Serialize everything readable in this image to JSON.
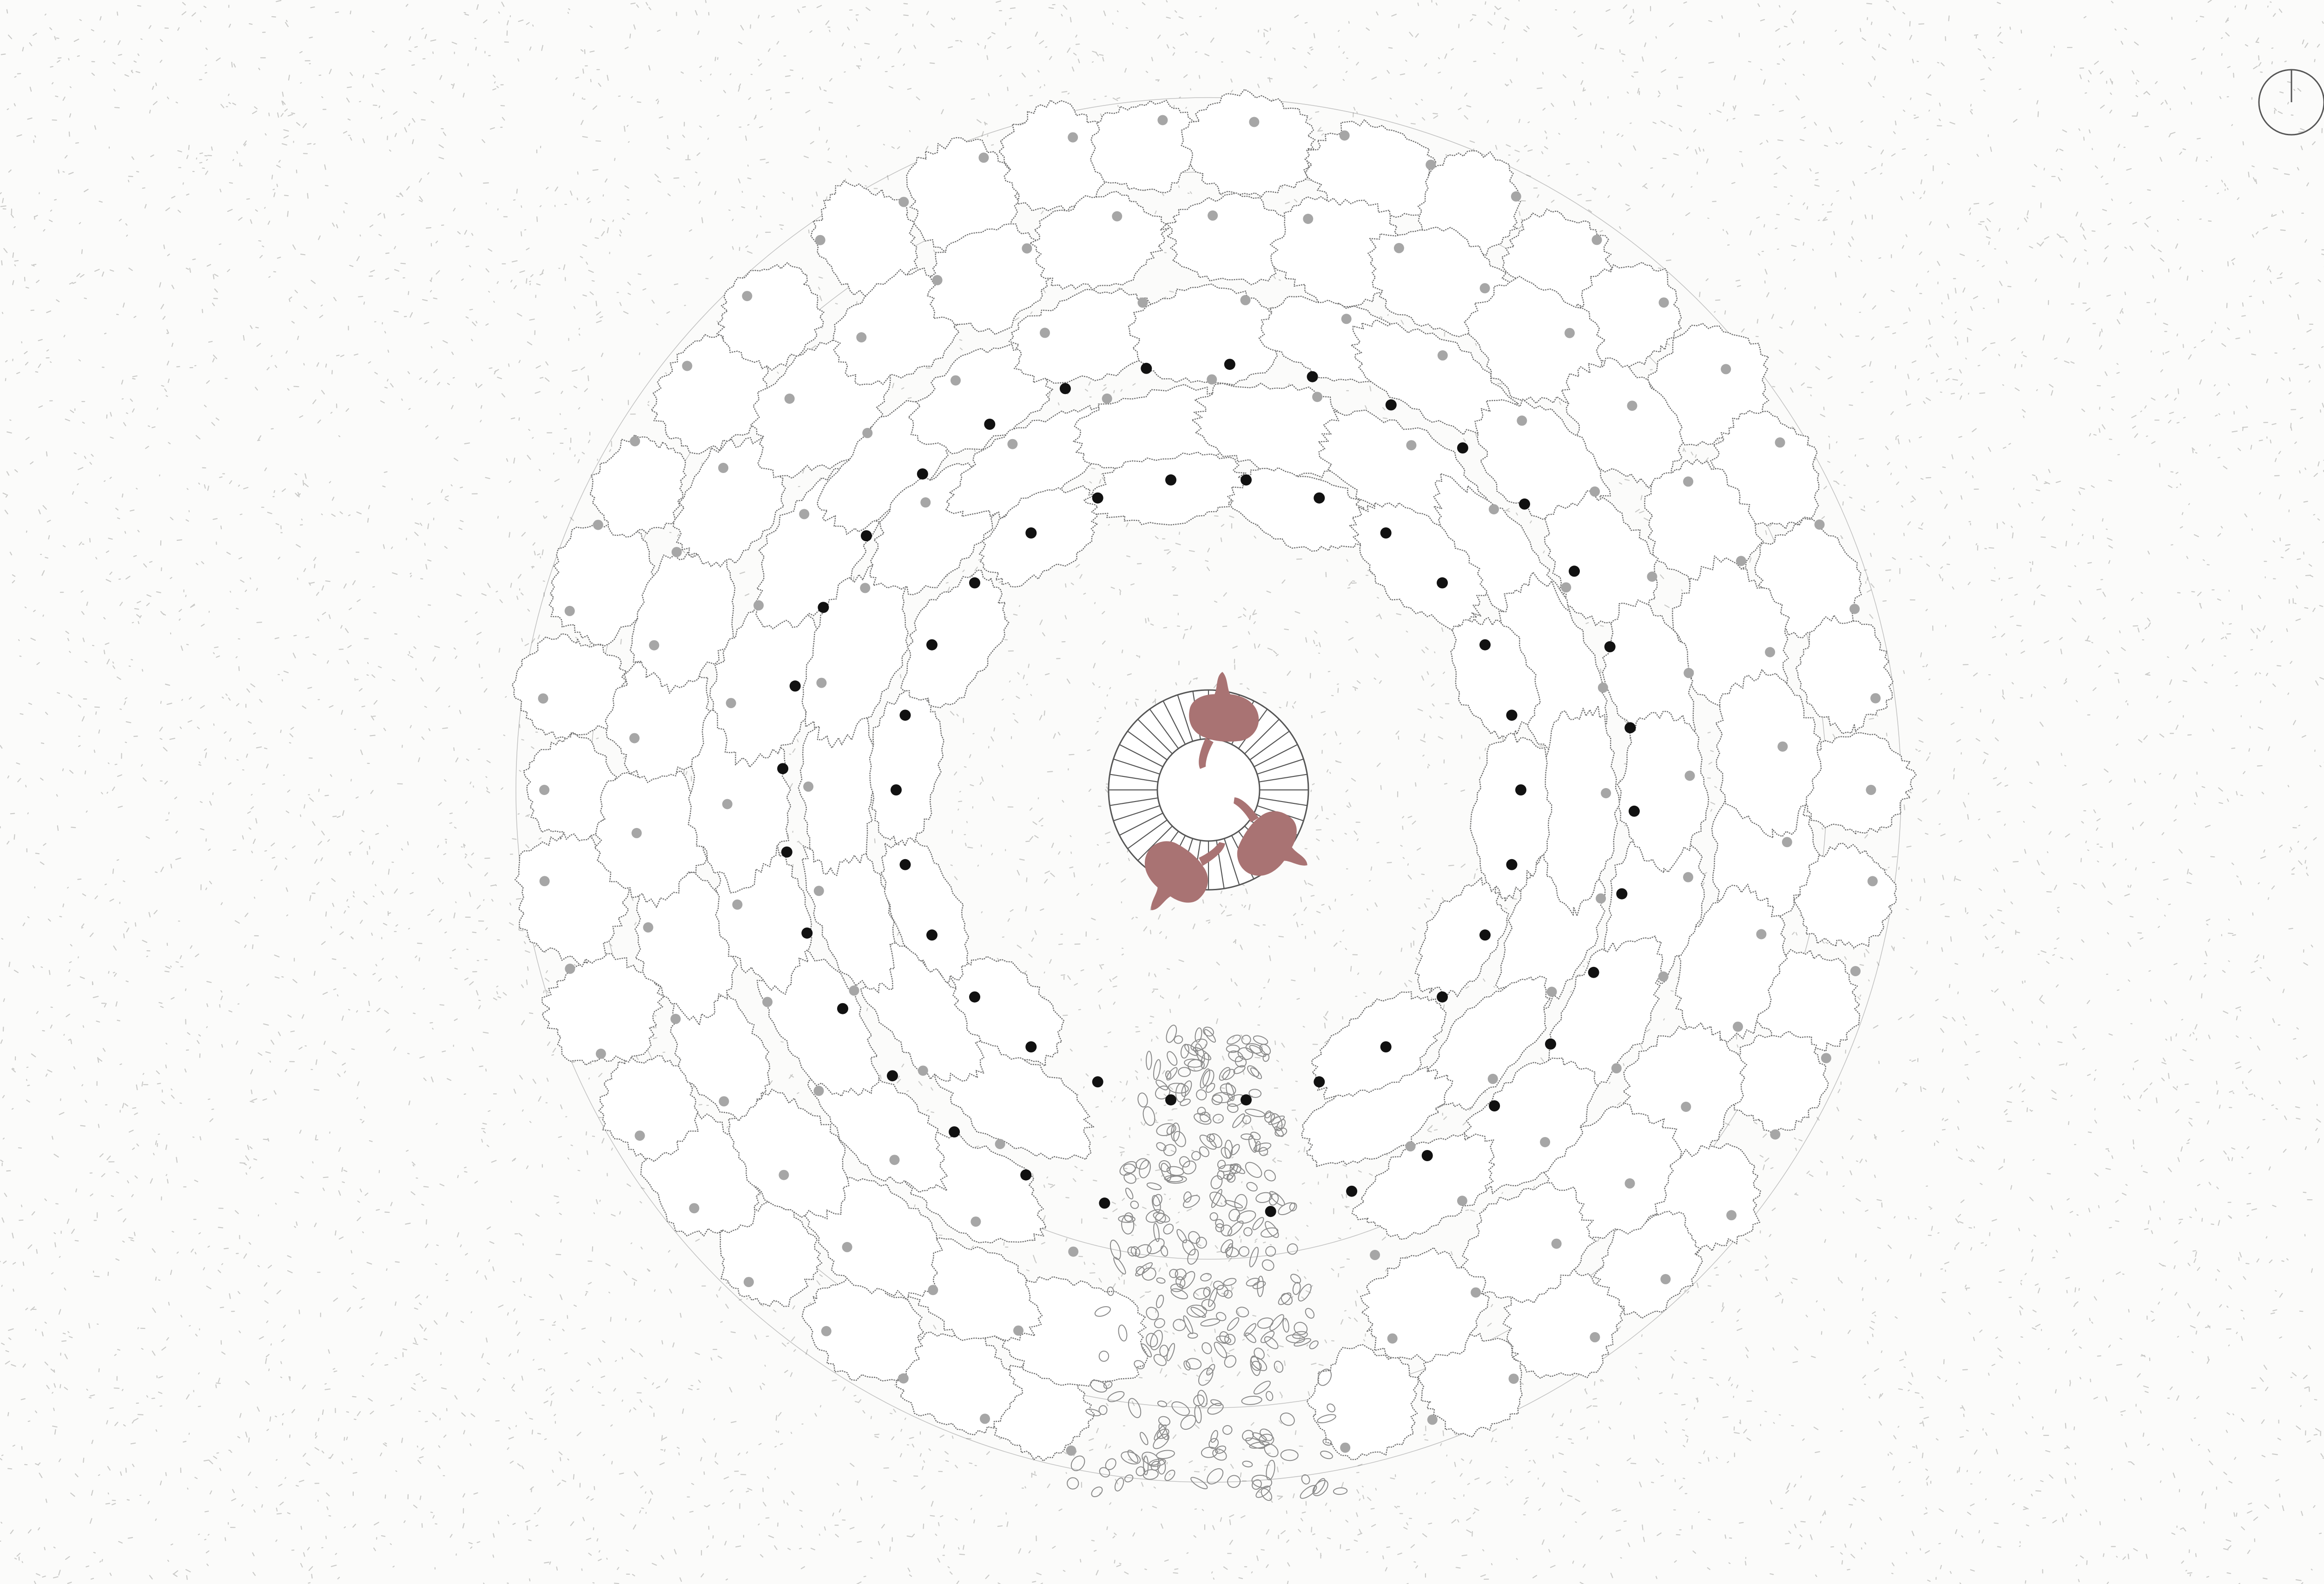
{
  "drawing": {
    "background": "#fbfbfa",
    "ground_texture_color": "#b9b9b7",
    "canopy_outline_color": "#6f6f6f",
    "canopy_fill_color": "#ffffff",
    "outer_trunk_color": "#a6a6a6",
    "inner_post_color": "#111111",
    "line_color": "#555555",
    "figure_color": "#a97373",
    "paver_color": "#8a8a8a"
  },
  "elements": {
    "north_arrow": "north-arrow-icon",
    "central_bench": "circular-bench",
    "figures": [
      {
        "name": "seated-figure-north"
      },
      {
        "name": "seated-figure-southeast"
      },
      {
        "name": "seated-figure-southwest"
      }
    ],
    "entry_path": "stepping-stone-path"
  }
}
